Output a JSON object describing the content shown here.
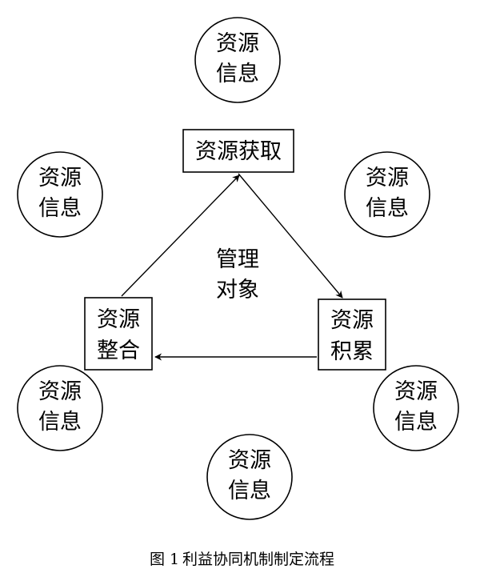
{
  "diagram": {
    "center_label": [
      "管理",
      "对象"
    ],
    "boxes": {
      "acquire": [
        "资源获取"
      ],
      "accumulate": [
        "资源",
        "积累"
      ],
      "integrate": [
        "资源",
        "整合"
      ]
    },
    "circles": {
      "top": [
        "资源",
        "信息"
      ],
      "upper_left": [
        "资源",
        "信息"
      ],
      "upper_right": [
        "资源",
        "信息"
      ],
      "lower_left": [
        "资源",
        "信息"
      ],
      "lower_right": [
        "资源",
        "信息"
      ],
      "bottom": [
        "资源",
        "信息"
      ]
    },
    "caption": {
      "figure_number": "图 1",
      "title": "利益协同机制制定流程"
    }
  }
}
